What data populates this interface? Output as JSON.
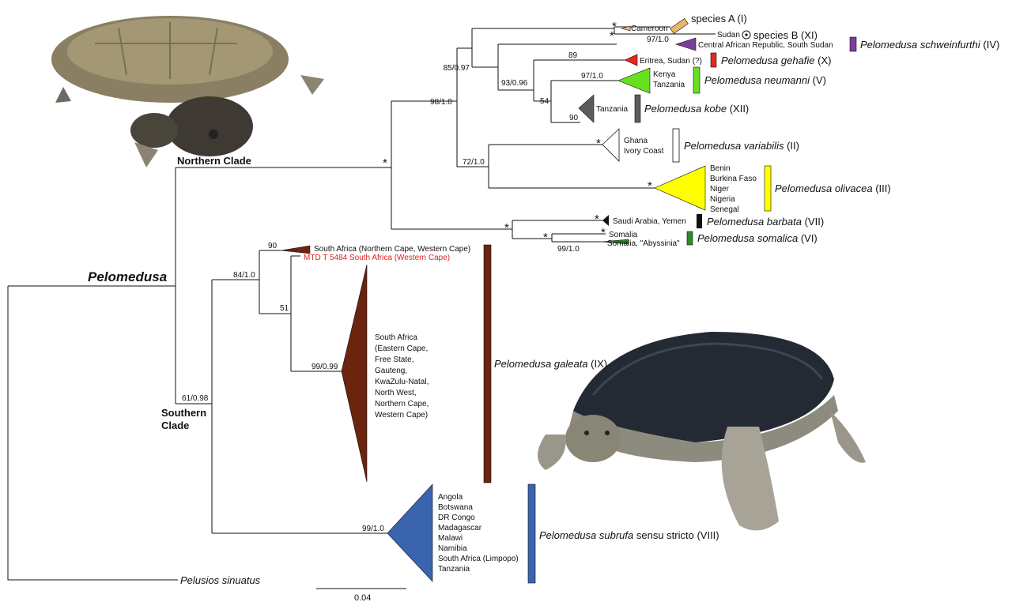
{
  "genus_label": "Pelomedusa",
  "outgroup": "Pelusios sinuatus",
  "clade_labels": {
    "northern": "Northern Clade",
    "southern_line1": "Southern",
    "southern_line2": "Clade"
  },
  "scale_bar": "0.04",
  "support": {
    "s_98": "98/1.0",
    "s_85": "85/0.97",
    "s_93": "93/0.96",
    "s_54": "54",
    "s_97a": "97/1.0",
    "s_97b": "97/1.0",
    "s_89": "89",
    "s_90a": "90",
    "s_72": "72/1.0",
    "s_99a": "99/1.0",
    "s_84": "84/1.0",
    "s_90b": "90",
    "s_51": "51",
    "s_9999": "99/0.99",
    "s_61": "61/0.98",
    "s_99b": "99/1.0",
    "star": "*"
  },
  "localities": {
    "cameroon": "Cameroon",
    "sudan": "Sudan",
    "car": "Central African Republic, South Sudan",
    "eritrea": "Eritrea, Sudan (?)",
    "neumanni": [
      "Kenya",
      "Tanzania"
    ],
    "kobe": "Tanzania",
    "variabilis": [
      "Ghana",
      "Ivory Coast"
    ],
    "olivacea": [
      "Benin",
      "Burkina Faso",
      "Niger",
      "Nigeria",
      "Senegal"
    ],
    "barbata": "Saudi Arabia, Yemen",
    "somalica_1": "Somalia",
    "somalica_2": "Somalia, \"Abyssinia\"",
    "sa_top": "South Africa (Northern Cape, Western Cape)",
    "mtd": "MTD T 5484 South Africa (Western Cape)",
    "galeata": [
      "South Africa",
      "(Eastern Cape,",
      "Free State,",
      "Gauteng,",
      "KwaZulu-Natal,",
      "North West,",
      "Northern Cape,",
      "Western Cape)"
    ],
    "subrufa": [
      "Angola",
      "Botswana",
      "DR Congo",
      "Madagascar",
      "Malawi",
      "Namibia",
      "South Africa (Limpopo)",
      "Tanzania"
    ]
  },
  "species": {
    "a": "species A (I)",
    "b": "species B (XI)",
    "schweinfurthi_name": "Pelomedusa schweinfurthi",
    "schweinfurthi_num": "(IV)",
    "gehafie_name": "Pelomedusa gehafie",
    "gehafie_num": "(X)",
    "neumanni_name": "Pelomedusa neumanni",
    "neumanni_num": "(V)",
    "kobe_name": "Pelomedusa kobe",
    "kobe_num": "(XII)",
    "variabilis_name": "Pelomedusa variabilis",
    "variabilis_num": "(II)",
    "olivacea_name": "Pelomedusa olivacea",
    "olivacea_num": "(III)",
    "barbata_name": "Pelomedusa barbata",
    "barbata_num": "(VII)",
    "somalica_name": "Pelomedusa somalica",
    "somalica_num": "(VI)",
    "galeata_name": "Pelomedusa galeata",
    "galeata_num": "(IX)",
    "subrufa_name": "Pelomedusa subrufa",
    "subrufa_rest": "sensu stricto (VIII)"
  },
  "colors": {
    "species_a": "#e8b86a",
    "schweinfurthi": "#7b3f98",
    "gehafie": "#e8281f",
    "neumanni": "#66e01f",
    "kobe": "#5d5d5d",
    "variabilis": "#ffffff",
    "olivacea": "#ffff00",
    "barbata": "#111111",
    "somalica": "#2d8a2d",
    "galeata": "#6b2410",
    "subrufa": "#3a64ae",
    "mtd_text": "#e0201f"
  }
}
